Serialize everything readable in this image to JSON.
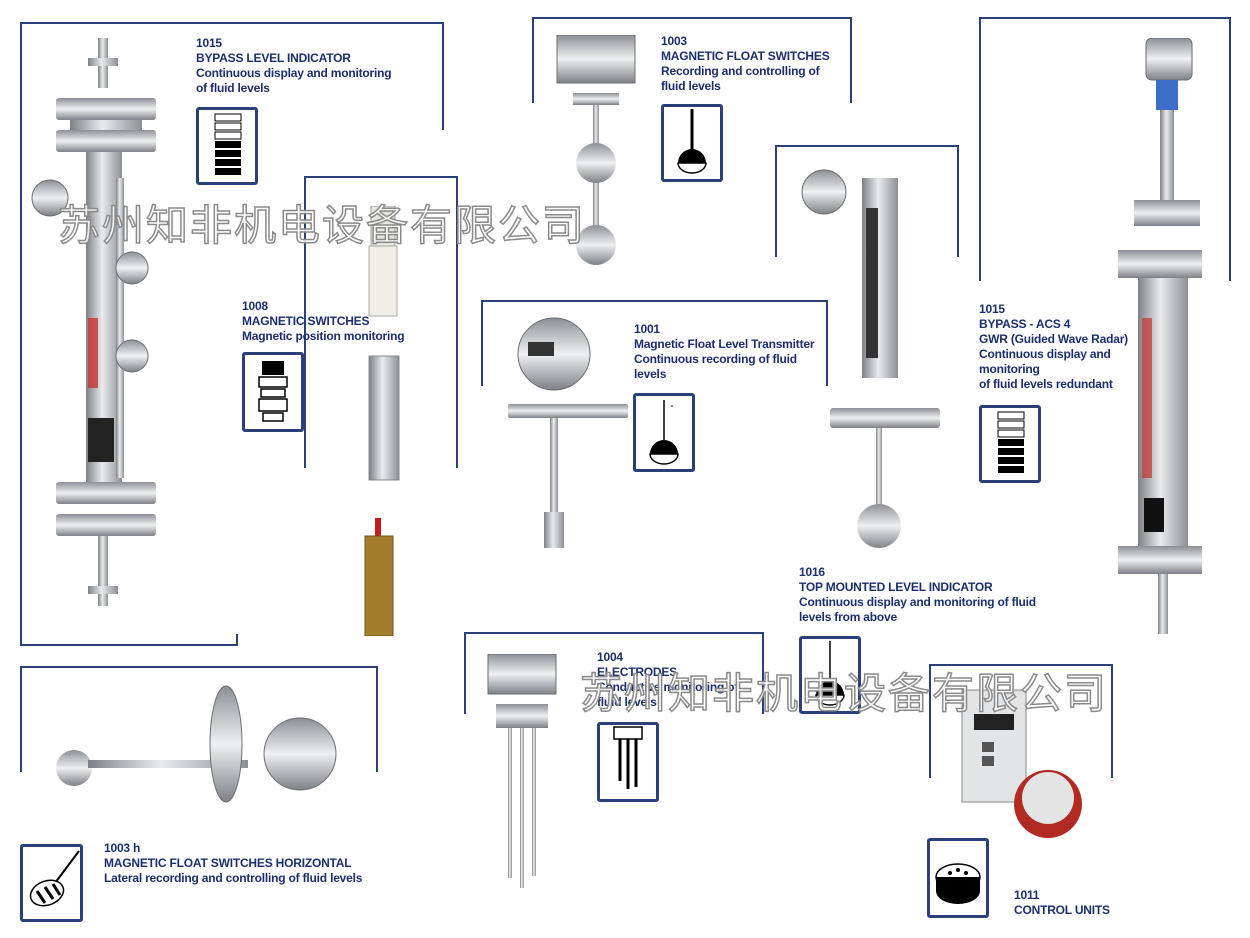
{
  "watermark": "苏州知非机电设备有限公司",
  "products": {
    "p1015a": {
      "code": "1015",
      "title": "BYPASS LEVEL INDICATOR",
      "desc1": "Continuous display and monitoring",
      "desc2": "of fluid levels"
    },
    "p1003": {
      "code": "1003",
      "title": "MAGNETIC FLOAT SWITCHES",
      "desc1": "Recording and controlling of",
      "desc2": "fluid levels"
    },
    "p1008": {
      "code": "1008",
      "title": "MAGNETIC SWITCHES",
      "desc1": "Magnetic position monitoring"
    },
    "p1001": {
      "code": "1001",
      "title": "Magnetic Float Level Transmitter",
      "desc1": "Continuous recording of fluid",
      "desc2": "levels"
    },
    "p1015b": {
      "code": "1015",
      "title": "BYPASS - ACS 4",
      "title2": "GWR (Guided Wave Radar)",
      "desc1": "Continuous display and",
      "desc2": "monitoring",
      "desc3": "of fluid levels redundant"
    },
    "p1016": {
      "code": "1016",
      "title": "TOP MOUNTED LEVEL INDICATOR",
      "desc1": "Continuous display and monitoring of fluid",
      "desc2": "levels from above"
    },
    "p1004": {
      "code": "1004",
      "title": "ELECTRODES",
      "desc1": "Conductive monitoring of",
      "desc2": "fluid levels"
    },
    "p1003h": {
      "code": "1003 h",
      "title": "MAGNETIC FLOAT SWITCHES HORIZONTAL",
      "desc1": "Lateral recording and controlling of fluid levels"
    },
    "p1011": {
      "code": "1011",
      "title": "CONTROL UNITS"
    }
  },
  "colors": {
    "frame": "#2b3f7a",
    "text": "#1b2f6e",
    "metal": "#b8bcc2"
  }
}
